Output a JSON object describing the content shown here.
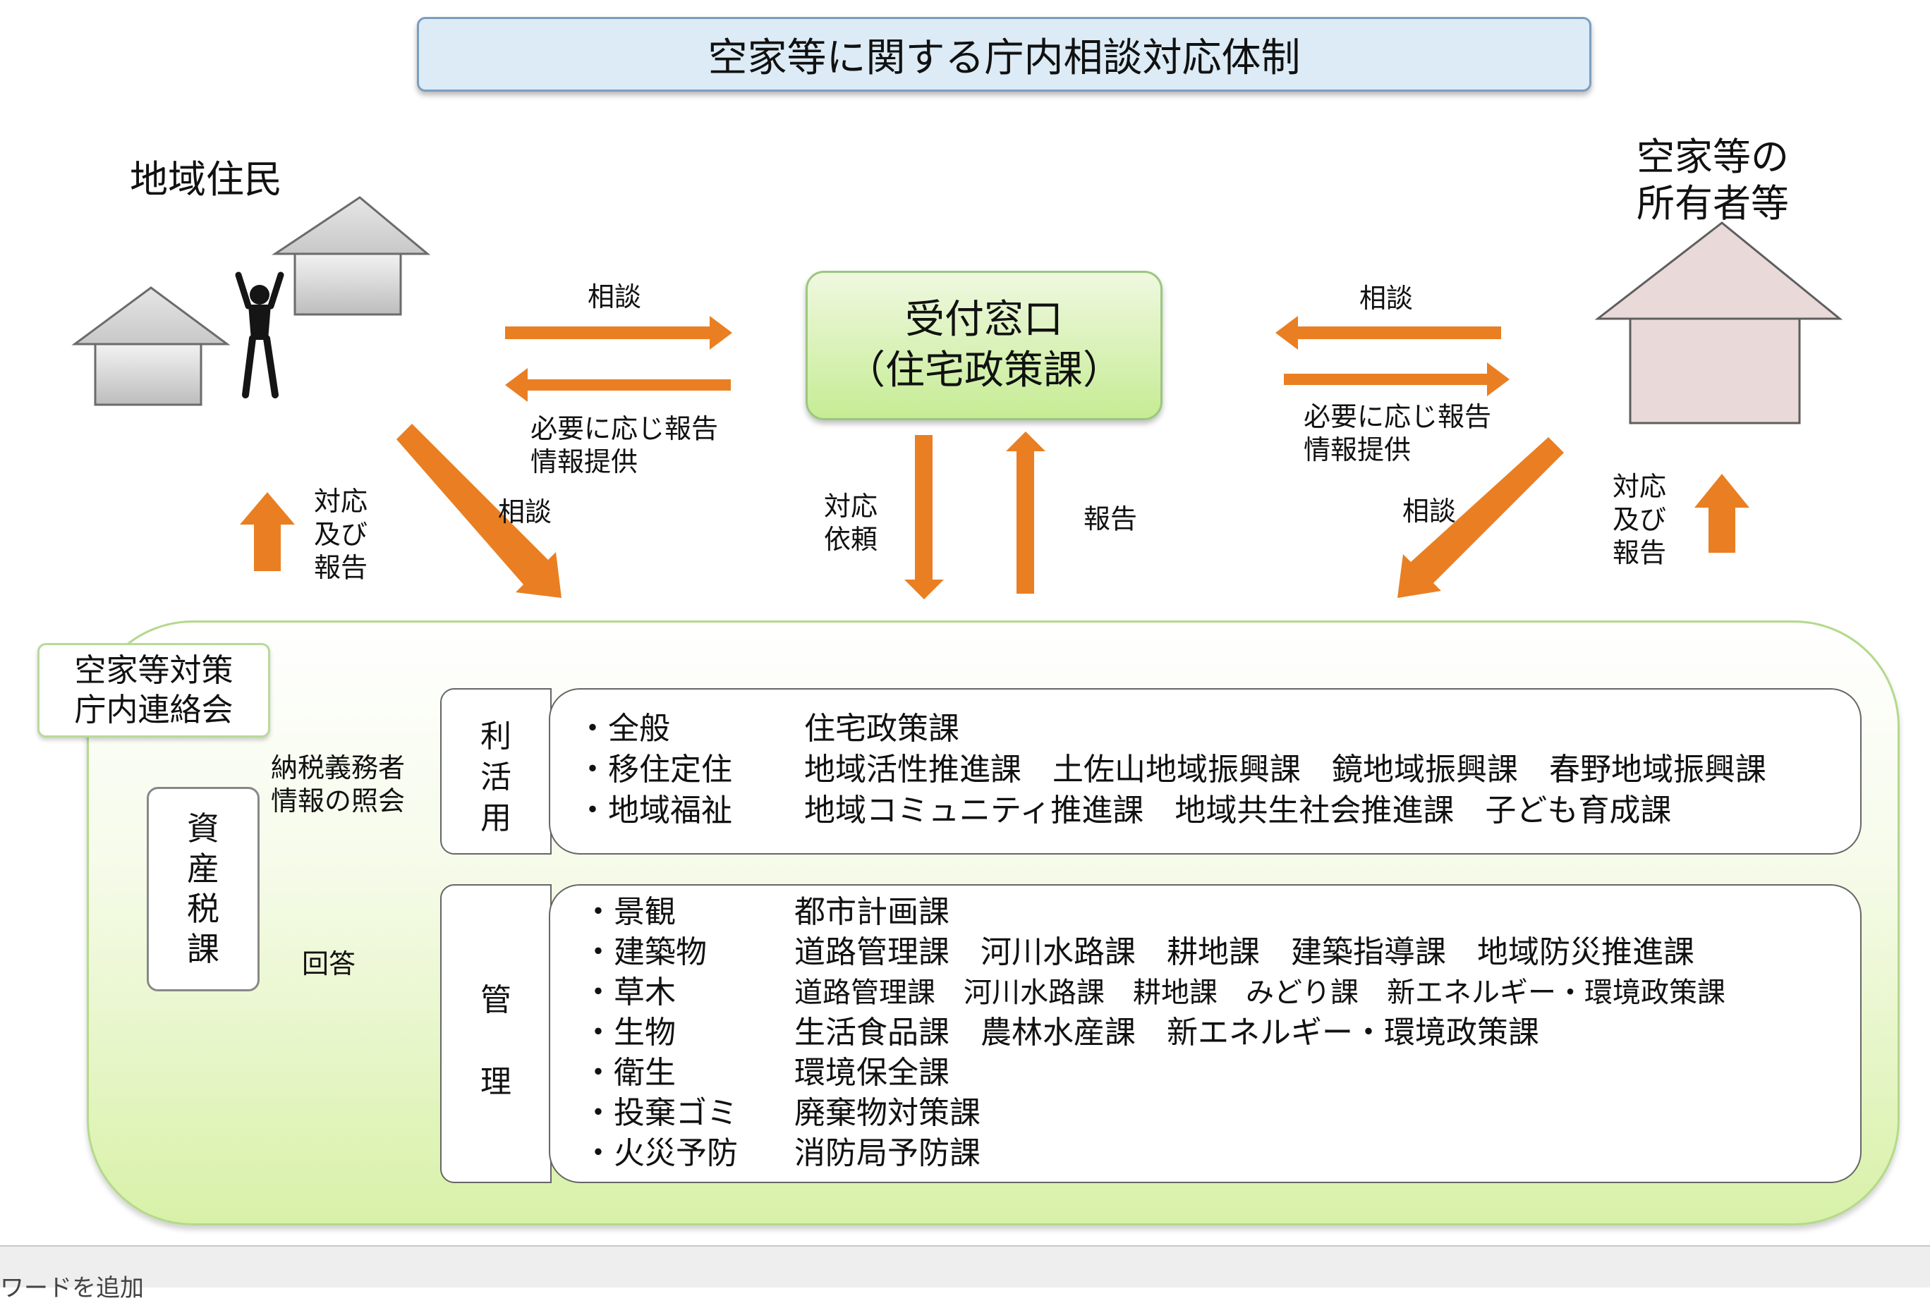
{
  "title": "空家等に関する庁内相談対応体制",
  "residents_label": "地域住民",
  "owners_label": [
    "空家等の",
    "所有者等"
  ],
  "reception": {
    "line1": "受付窓口",
    "line2": "（住宅政策課）"
  },
  "arrows": {
    "consult_left": "相談",
    "report_left": [
      "必要に応じ報告",
      "情報提供"
    ],
    "consult_right": "相談",
    "report_right": [
      "必要に応じ報告",
      "情報提供"
    ],
    "response_left": [
      "対応",
      "及び",
      "報告"
    ],
    "consult_diag_left": "相談",
    "request_mid": [
      "対応",
      "依頼"
    ],
    "report_mid": "報告",
    "consult_diag_right": "相談",
    "response_right": [
      "対応",
      "及び",
      "報告"
    ],
    "tax_inquiry": [
      "納税義務者",
      "情報の照会"
    ],
    "tax_answer": "回答"
  },
  "council_label": [
    "空家等対策",
    "庁内連絡会"
  ],
  "tax_dept": [
    "資",
    "産",
    "税",
    "課"
  ],
  "utilization": {
    "side": [
      "利",
      "活",
      "用"
    ],
    "rows": [
      {
        "topic": "・全般",
        "depts": "住宅政策課"
      },
      {
        "topic": "・移住定住",
        "depts": "地域活性推進課　土佐山地域振興課　鏡地域振興課　春野地域振興課"
      },
      {
        "topic": "・地域福祉",
        "depts": "地域コミュニティ推進課　地域共生社会推進課　子ども育成課"
      }
    ]
  },
  "management": {
    "side": [
      "管",
      "理"
    ],
    "rows": [
      {
        "topic": "・景観",
        "depts": "都市計画課"
      },
      {
        "topic": "・建築物",
        "depts": "道路管理課　河川水路課　耕地課　建築指導課　地域防災推進課"
      },
      {
        "topic": "・草木",
        "depts": "道路管理課　河川水路課　耕地課　みどり課　新エネルギー・環境政策課"
      },
      {
        "topic": "・生物",
        "depts": "生活食品課　農林水産課　新エネルギー・環境政策課"
      },
      {
        "topic": "・衛生",
        "depts": "環境保全課"
      },
      {
        "topic": "・投棄ゴミ",
        "depts": "廃棄物対策課"
      },
      {
        "topic": "・火災予防",
        "depts": "消防局予防課"
      }
    ]
  },
  "bottom_text": "ワードを追加",
  "colors": {
    "arrow": "#e97f22",
    "arrow_light": "#f4a56a",
    "title_bg": "#dcebf5",
    "reception_bg": "#c6ec94",
    "council_bg": "#d8f1a8"
  }
}
